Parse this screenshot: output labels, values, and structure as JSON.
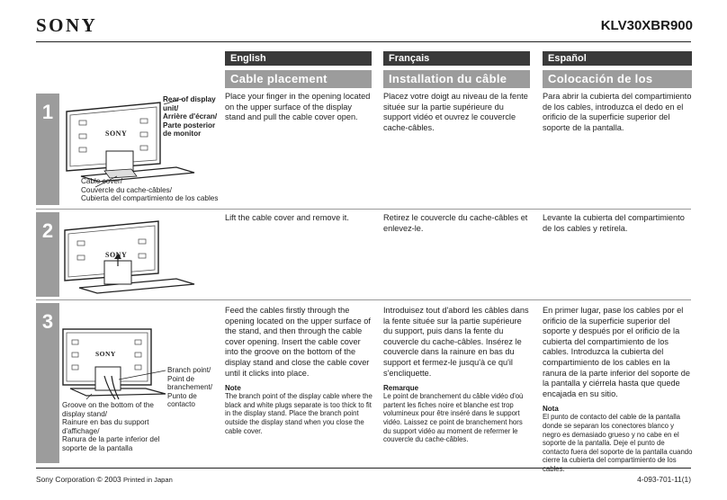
{
  "header": {
    "brand": "SONY",
    "model": "KLV30XBR900"
  },
  "tv_brand_label": "SONY",
  "languages": {
    "en": {
      "tab": "English",
      "title": "Cable placement"
    },
    "fr": {
      "tab": "Français",
      "title": "Installation du câble"
    },
    "es": {
      "tab": "Español",
      "title": "Colocación de los cables"
    }
  },
  "steps": [
    {
      "number": "1",
      "labels": {
        "rear": [
          "Rear of display unit/",
          "Arrière d'écran/",
          "Parte posterior de monitor"
        ],
        "cable_cover": [
          "Cable cover/",
          "Couvercle du cache-câbles/",
          "Cubierta del compartimiento de los cables"
        ]
      },
      "en": "Place your finger in the opening located on the upper surface of the display stand and pull the cable cover open.",
      "fr": "Placez votre doigt au niveau de la fente située sur la partie supérieure du support vidéo et ouvrez le couvercle cache-câbles.",
      "es": "Para abrir la cubierta del compartimiento de los cables, introduzca el dedo en el orificio de la superficie superior del soporte de la pantalla."
    },
    {
      "number": "2",
      "en": "Lift the cable cover and remove it.",
      "fr": "Retirez le couvercle du cache-câbles et enlevez-le.",
      "es": "Levante la cubierta del compartimiento de los cables y retírela."
    },
    {
      "number": "3",
      "labels": {
        "branch": [
          "Branch point/",
          "Point de branchement/",
          "Punto de contacto"
        ],
        "groove": [
          "Groove on the bottom of the display stand/",
          "Rainure en bas du support d'affichage/",
          "Ranura de la parte inferior del soporte de la pantalla"
        ]
      },
      "en": "Feed the cables firstly through the opening located on the upper surface of the stand, and then through the cable cover opening. Insert the cable cover into the groove on the bottom of the display stand and close the cable cover until it clicks into place.",
      "en_note_title": "Note",
      "en_note": "The branch point of the display cable where the black and white plugs separate is too thick to fit in the display stand. Place the branch point outside the display stand when you close the cable cover.",
      "fr": "Introduisez tout d'abord les câbles dans la fente située sur la partie supérieure du support, puis dans la fente du couvercle du cache-câbles. Insérez le couvercle dans la rainure en bas du support et fermez-le jusqu'à ce qu'il s'encliquette.",
      "fr_note_title": "Remarque",
      "fr_note": "Le point de branchement du câble vidéo d'où partent les fiches noire et blanche est trop volumineux pour être inséré dans le support vidéo. Laissez ce point de branchement hors du support vidéo au moment de refermer le couvercle du cache-câbles.",
      "es": "En primer lugar, pase los cables por el orificio de la superficie superior del soporte y después por el orificio de la cubierta del compartimiento de los cables. Introduzca la cubierta del compartimiento de los cables en la ranura de la parte inferior del soporte de la pantalla y ciérrela hasta que quede encajada en su sitio.",
      "es_note_title": "Nota",
      "es_note": "El punto de contacto del cable de la pantalla donde se separan los conectores blanco y negro es demasiado grueso y no cabe en el soporte de la pantalla. Deje el punto de contacto fuera del soporte de la pantalla cuando cierre la cubierta del compartimiento de los cables."
    }
  ],
  "footer": {
    "copyright": "Sony Corporation © 2003",
    "printed": "Printed in Japan",
    "code": "4-093-701-11(1)"
  }
}
